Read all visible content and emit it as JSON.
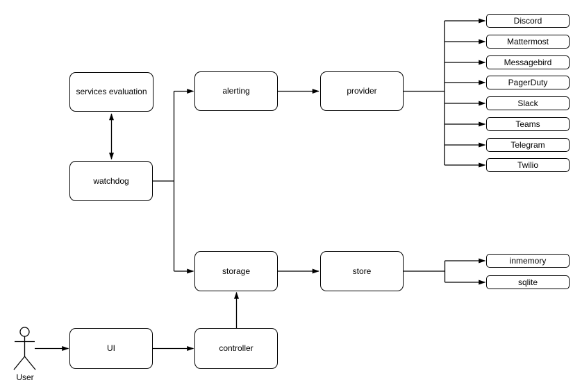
{
  "nodes": {
    "services_evaluation": "services evaluation",
    "watchdog": "watchdog",
    "alerting": "alerting",
    "provider": "provider",
    "storage": "storage",
    "store": "store",
    "ui": "UI",
    "controller": "controller"
  },
  "alert_providers": [
    "Discord",
    "Mattermost",
    "Messagebird",
    "PagerDuty",
    "Slack",
    "Teams",
    "Telegram",
    "Twilio"
  ],
  "store_backends": [
    "inmemory",
    "sqlite"
  ],
  "actor": {
    "label": "User"
  },
  "edges": [
    "services evaluation <-> watchdog",
    "watchdog -> alerting",
    "watchdog -> storage",
    "alerting -> provider",
    "provider -> Discord",
    "provider -> Mattermost",
    "provider -> Messagebird",
    "provider -> PagerDuty",
    "provider -> Slack",
    "provider -> Teams",
    "provider -> Telegram",
    "provider -> Twilio",
    "storage -> store",
    "store -> inmemory",
    "store -> sqlite",
    "controller -> storage",
    "UI -> controller",
    "User -> UI"
  ],
  "colors": {
    "stroke": "#000000",
    "node_fill": "#ffffff",
    "background": "#ffffff",
    "text": "#000000"
  }
}
